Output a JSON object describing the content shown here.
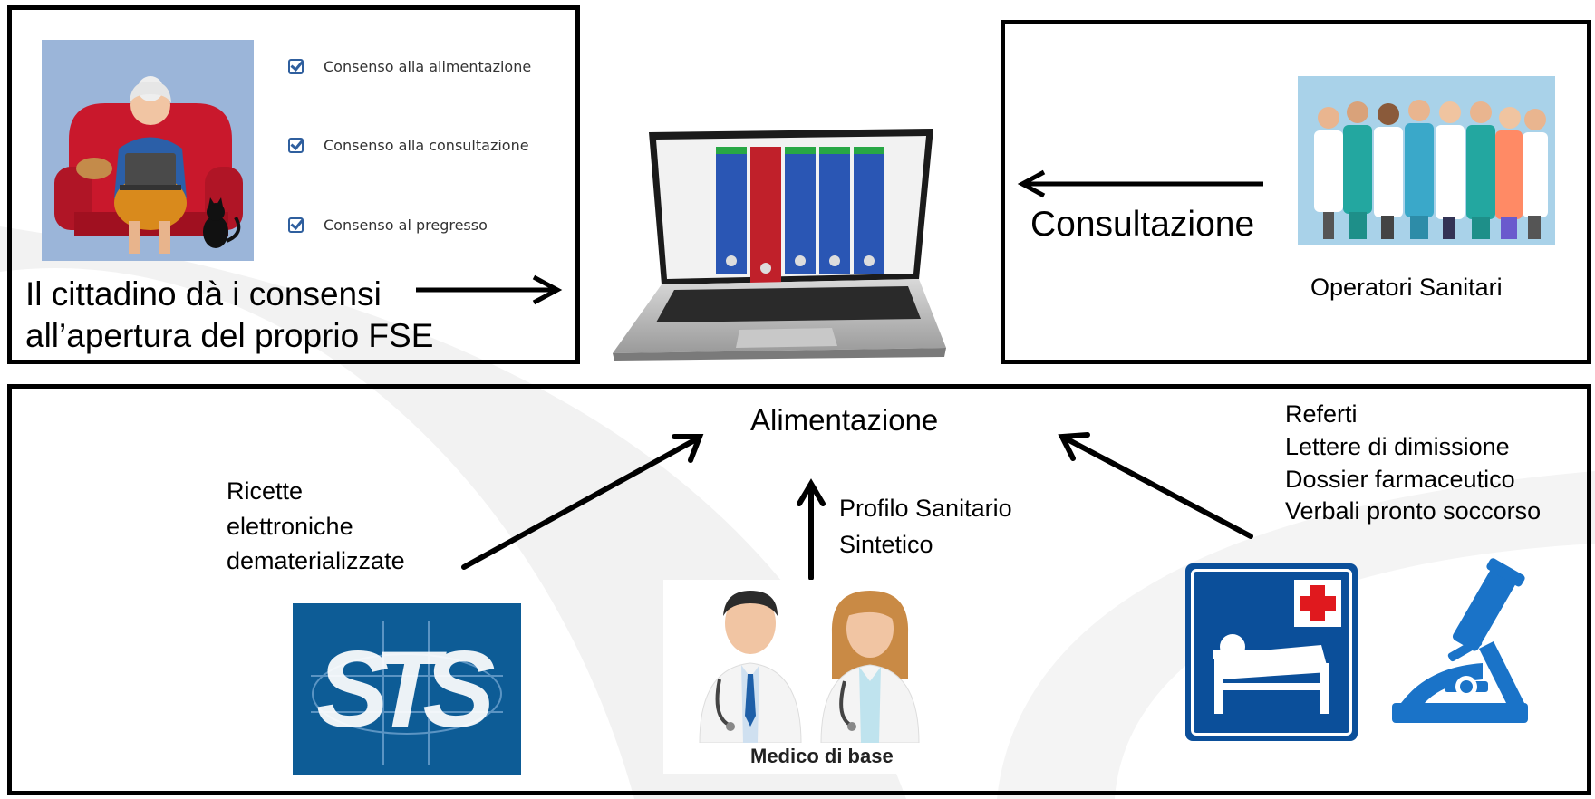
{
  "citizen": {
    "consents": [
      {
        "label": "Consenso alla alimentazione",
        "checked": true
      },
      {
        "label": "Consenso alla consultazione",
        "checked": true
      },
      {
        "label": "Consenso al pregresso",
        "checked": true
      }
    ],
    "caption_line1": "Il cittadino dà i consensi",
    "caption_line2": "all’apertura del proprio FSE"
  },
  "consultation": {
    "label": "Consultazione",
    "actors_label": "Operatori Sanitari"
  },
  "feeding": {
    "title": "Alimentazione",
    "prescriptions": [
      "Ricette",
      "elettroniche",
      "dematerializzate"
    ],
    "gp_docs": [
      "Profilo Sanitario",
      "Sintetico"
    ],
    "gp_label": "Medico di base",
    "sts_logo_text": "STS",
    "hospital_docs": [
      "Referti",
      "Lettere di dimissione",
      "Dossier farmaceutico",
      "Verbali pronto soccorso"
    ]
  },
  "colors": {
    "border": "#000000",
    "checkbox": "#2f5f9e",
    "sts_blue": "#0d5c96",
    "hospital_sign": "#0b4f9a",
    "microscope": "#1a73c8",
    "cross_red": "#e0191e"
  }
}
